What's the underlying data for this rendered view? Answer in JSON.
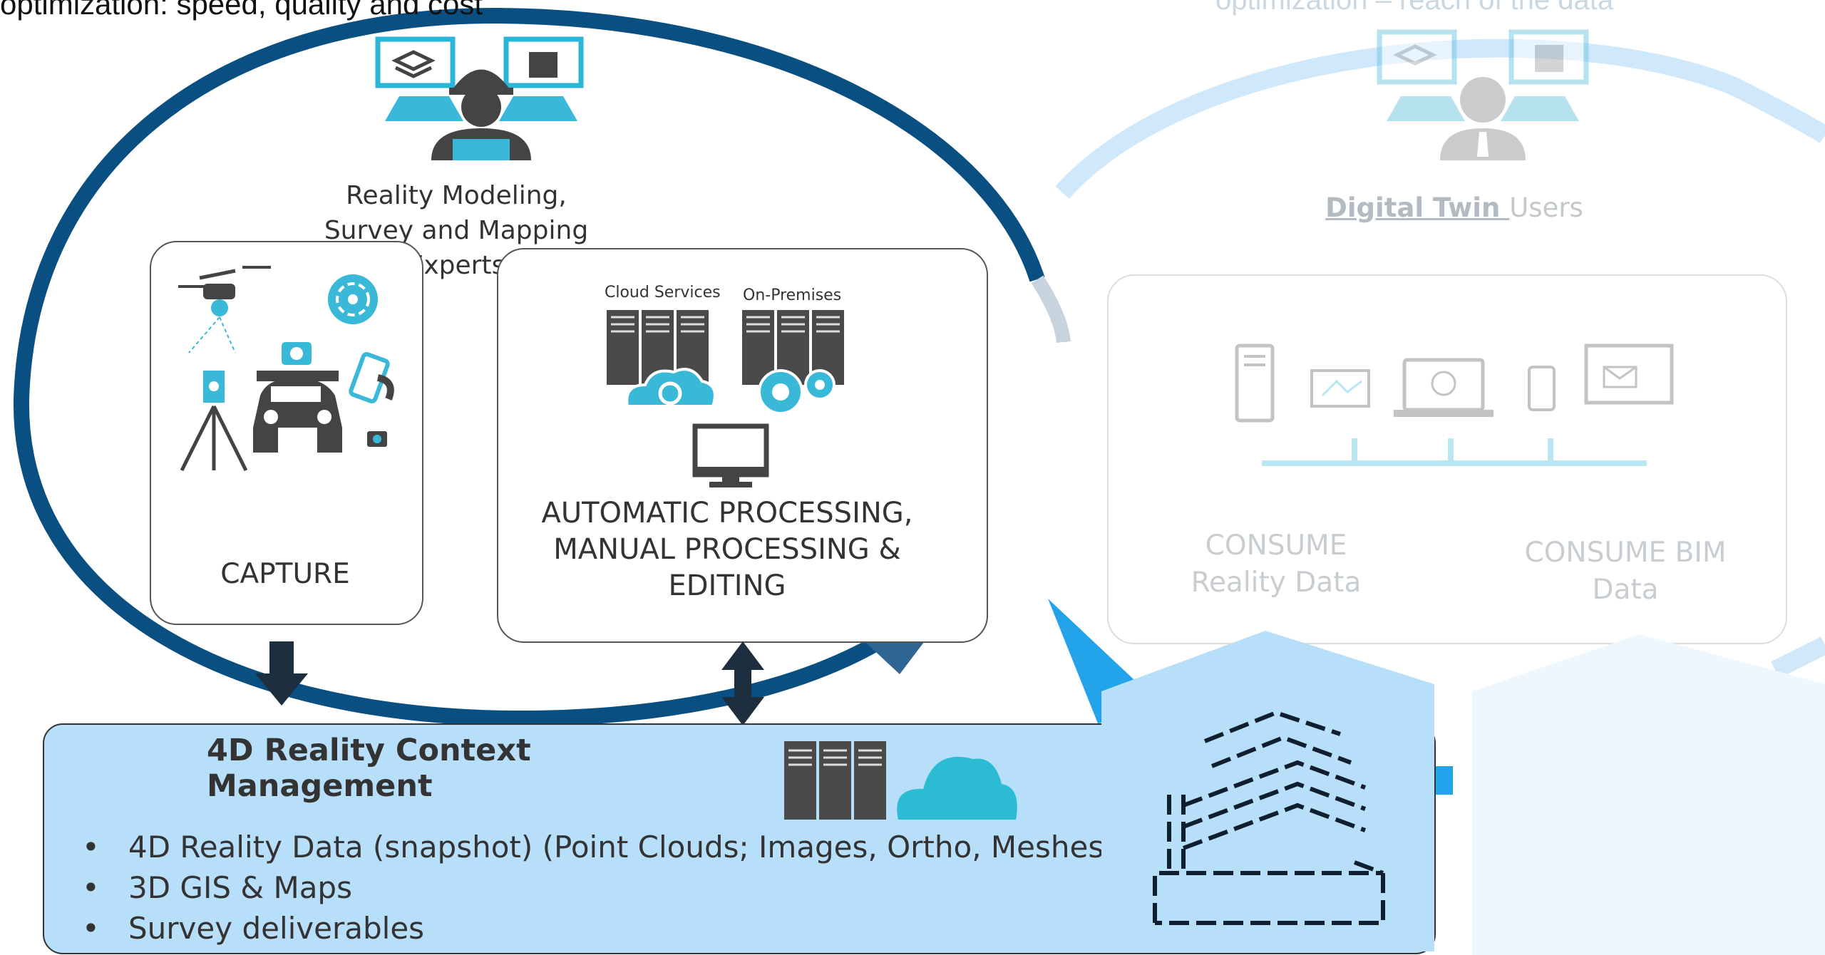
{
  "header": {
    "left_caption": "optimization: speed, quality and cost",
    "right_caption": "optimization – reach of the data"
  },
  "experts": {
    "label": "Reality Modeling, Survey and Mapping Experts",
    "icon": "surveyor-hardhat-icon"
  },
  "users": {
    "label_bold": "Digital Twin ",
    "label_rest": "Users",
    "icon": "business-user-icon"
  },
  "capture": {
    "label": "CAPTURE",
    "icons": [
      "drone-icon",
      "lidar-scanner-icon",
      "tripod-total-station-icon",
      "mapping-car-icon",
      "smartphone-capture-icon",
      "small-camera-icon"
    ]
  },
  "processing": {
    "label": "AUTOMATIC PROCESSING, MANUAL PROCESSING & EDITING",
    "cloud_label": "Cloud Services",
    "onprem_label": "On-Premises",
    "icons": [
      "cloud-server-icon",
      "on-premises-server-icon",
      "desktop-monitor-icon"
    ]
  },
  "consume": {
    "reality": "CONSUME Reality Data",
    "bim": "CONSUME BIM Data",
    "icons": [
      "tower-pc-icon",
      "tablet-map-icon",
      "laptop-globe-icon",
      "phone-icon",
      "monitor-mail-icon"
    ]
  },
  "context": {
    "title": "4D Reality Context Management",
    "bullets": [
      "4D Reality Data (snapshot)  (Point Clouds; Images, Ortho, Meshes..",
      "3D GIS &  Maps",
      "Survey deliverables"
    ],
    "icons": [
      "server-rack-icon",
      "cloud-icon",
      "building-icon"
    ]
  },
  "colors": {
    "ellipse": "#0a4f82",
    "accent": "#3ab8d8",
    "panel": "#b8dff9",
    "faded_arc": "#cfe8fb"
  }
}
